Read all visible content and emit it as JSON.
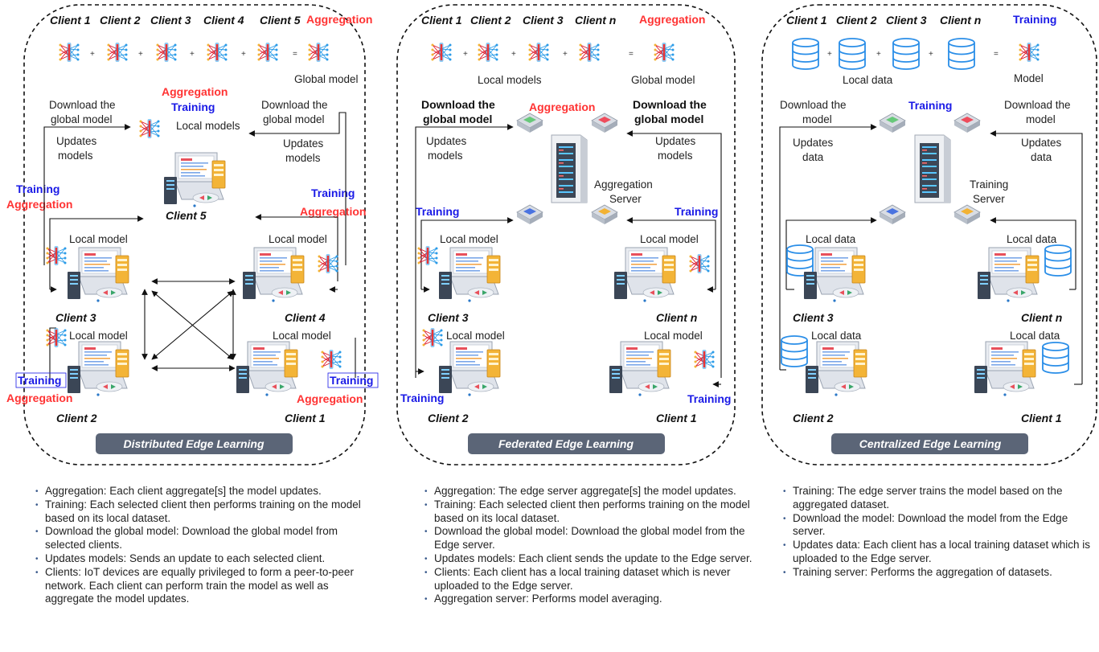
{
  "panels": {
    "distributed": {
      "banner": "Distributed Edge Learning",
      "clients_top": [
        "Client 1",
        "Client 2",
        "Client 3",
        "Client 4",
        "Client 5"
      ],
      "aggregation_top": "Aggregation",
      "global_model": "Global model",
      "center_aggregation": "Aggregation",
      "center_training": "Training",
      "download_left": [
        "Download the",
        "global model"
      ],
      "download_right": [
        "Download the",
        "global model"
      ],
      "local_models": "Local models",
      "updates_left": [
        "Updates",
        "models"
      ],
      "updates_right": [
        "Updates",
        "models"
      ],
      "left_training": "Training",
      "left_aggregation": "Aggregation",
      "right_training": "Training",
      "right_aggregation": "Aggregation",
      "client5": "Client 5",
      "local_model_tl": "Local model",
      "local_model_tr": "Local model",
      "client3": "Client 3",
      "client4": "Client 4",
      "local_model_bl": "Local model",
      "local_model_br": "Local model",
      "bl_training": "Training",
      "bl_aggregation": "Aggregation",
      "br_training": "Training",
      "br_aggregation": "Aggregation",
      "client2": "Client 2",
      "client1": "Client 1"
    },
    "federated": {
      "banner": "Federated Edge Learning",
      "clients_top": [
        "Client 1",
        "Client 2",
        "Client 3",
        "Client n"
      ],
      "aggregation_top": "Aggregation",
      "local_models": "Local models",
      "global_model": "Global model",
      "download_left": [
        "Download the",
        "global model"
      ],
      "download_right": [
        "Download the",
        "global model"
      ],
      "center_aggregation": "Aggregation",
      "updates_left": [
        "Updates",
        "models"
      ],
      "updates_right": [
        "Updates",
        "models"
      ],
      "server_label": [
        "Aggregation",
        "Server"
      ],
      "left_training": "Training",
      "right_training": "Training",
      "local_model_tl": "Local model",
      "local_model_tr": "Local model",
      "client3": "Client 3",
      "clientn": "Client n",
      "local_model_bl": "Local model",
      "local_model_br": "Local model",
      "bl_training": "Training",
      "br_training": "Training",
      "client2": "Client 2",
      "client1": "Client 1"
    },
    "centralized": {
      "banner": "Centralized Edge Learning",
      "clients_top": [
        "Client 1",
        "Client 2",
        "Client 3",
        "Client n"
      ],
      "training_top": "Training",
      "local_data": "Local data",
      "model": "Model",
      "download_left": [
        "Download the",
        "model"
      ],
      "download_right": [
        "Download the",
        "model"
      ],
      "center_training": "Training",
      "updates_left": [
        "Updates",
        "data"
      ],
      "updates_right": [
        "Updates",
        "data"
      ],
      "server_label": [
        "Training",
        "Server"
      ],
      "local_data_tl": "Local data",
      "local_data_tr": "Local data",
      "client3": "Client 3",
      "clientn": "Client n",
      "local_data_bl": "Local data",
      "local_data_br": "Local data",
      "client2": "Client 2",
      "client1": "Client 1"
    }
  },
  "descriptions": {
    "distributed": [
      "Aggregation: Each client aggregate[s] the model updates.",
      "Training: Each selected client then performs training on the model based on its local dataset.",
      "Download the global model: Download the global model from selected clients.",
      "Updates models: Sends an update to each selected client.",
      "Clients: IoT devices are equally privileged to form a peer-to-peer network. Each client can perform train the model as well as aggregate the model updates."
    ],
    "federated": [
      "Aggregation: The edge server aggregate[s] the model updates.",
      "Training: Each selected client then performs training on the model based on its local dataset.",
      "Download the global model: Download the global model from the Edge server.",
      "Updates models: Each client sends the update to the Edge server.",
      "Clients: Each client has a local training dataset which is never uploaded to the Edge server.",
      "Aggregation server: Performs model averaging."
    ],
    "centralized": [
      "Training: The edge server trains the model based on the aggregated dataset.",
      "Download the model: Download the model from the Edge server.",
      "Updates data: Each client has a local training dataset which is uploaded to the Edge server.",
      "Training server: Performs the aggregation of datasets."
    ]
  },
  "colors": {
    "red": "#ff3333",
    "blue": "#1a1ae6",
    "banner": "#5b6577",
    "data_blue": "#2a8ee8"
  },
  "icons": [
    "neural-network-icon",
    "laptop-client-icon",
    "server-rack-icon",
    "router-node-icon",
    "database-icon"
  ]
}
